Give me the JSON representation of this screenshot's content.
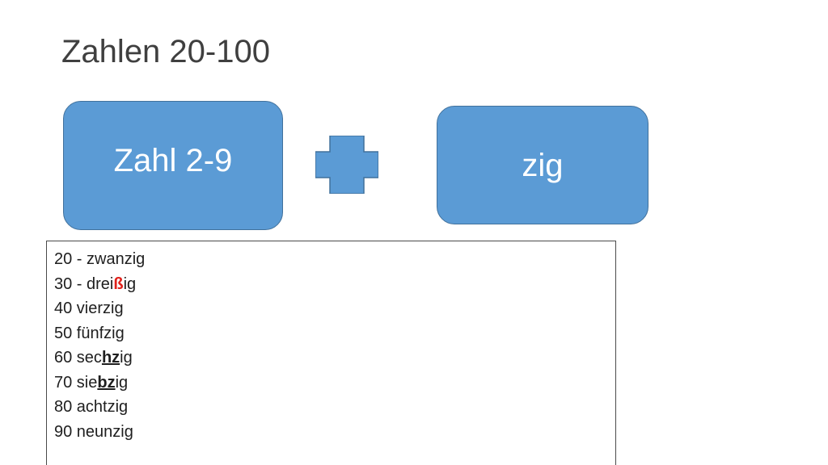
{
  "slide": {
    "title": "Zahlen 20-100",
    "left_box_label": "Zahl 2-9",
    "right_box_label": "zig",
    "operator_icon": "plus-icon",
    "colors": {
      "box_fill": "#5b9bd5",
      "box_border": "#41719c",
      "highlight_red": "#e0201a"
    }
  },
  "list": {
    "rows": [
      {
        "pre": "20 - zwanzig",
        "hl": "",
        "post": "",
        "style": "none"
      },
      {
        "pre": "30 - drei",
        "hl": "ß",
        "post": "ig",
        "style": "red"
      },
      {
        "pre": "40 vierzig",
        "hl": "",
        "post": "",
        "style": "none"
      },
      {
        "pre": "50 fünfzig",
        "hl": "",
        "post": "",
        "style": "none"
      },
      {
        "pre": "60 sec",
        "hl": "hz",
        "post": "ig",
        "style": "underline"
      },
      {
        "pre": "70 sie",
        "hl": "bz",
        "post": "ig",
        "style": "underline"
      },
      {
        "pre": "80 achtzig",
        "hl": "",
        "post": "",
        "style": "none"
      },
      {
        "pre": "90 neunzig",
        "hl": "",
        "post": "",
        "style": "none"
      }
    ]
  }
}
